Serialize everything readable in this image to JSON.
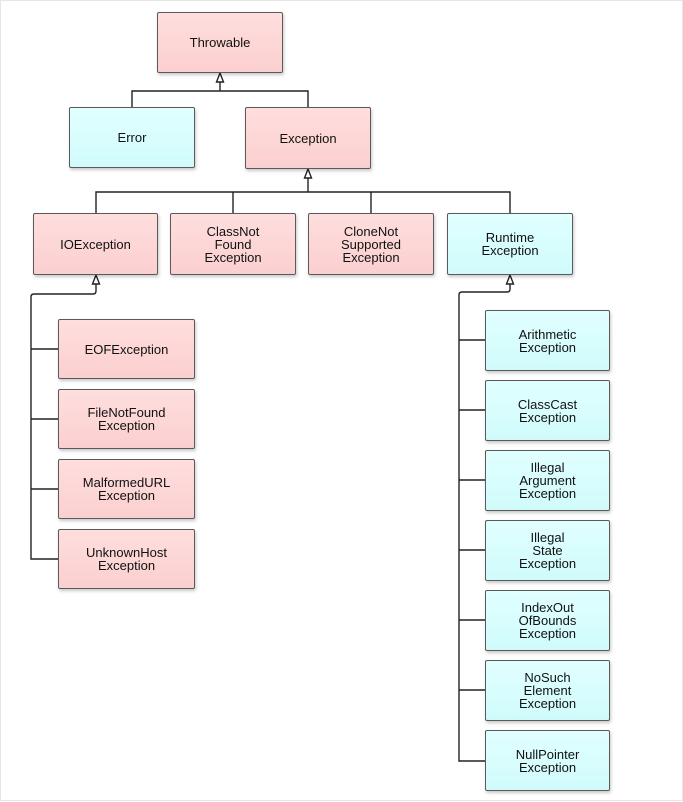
{
  "colors": {
    "exception_fill": "#fbd3d3",
    "unchecked_fill": "#d4fcfc",
    "border": "#5a5a5a",
    "connector": "#222222"
  },
  "nodes": {
    "throwable": "Throwable",
    "error": "Error",
    "exception": "Exception",
    "io_exception": "IOException",
    "class_not_found": "ClassNot\nFound\nException",
    "clone_not_supported": "CloneNot\nSupported\nException",
    "runtime_exception": "Runtime\nException",
    "eof_exception": "EOFException",
    "file_not_found": "FileNotFound\nException",
    "malformed_url": "MalformedURL\nException",
    "unknown_host": "UnknownHost\nException",
    "arithmetic": "Arithmetic\nException",
    "class_cast": "ClassCast\nException",
    "illegal_argument": "Illegal\nArgument\nException",
    "illegal_state": "Illegal\nState\nException",
    "index_out_of_bounds": "IndexOut\nOfBounds\nException",
    "no_such_element": "NoSuch\nElement\nException",
    "null_pointer": "NullPointer\nException"
  }
}
